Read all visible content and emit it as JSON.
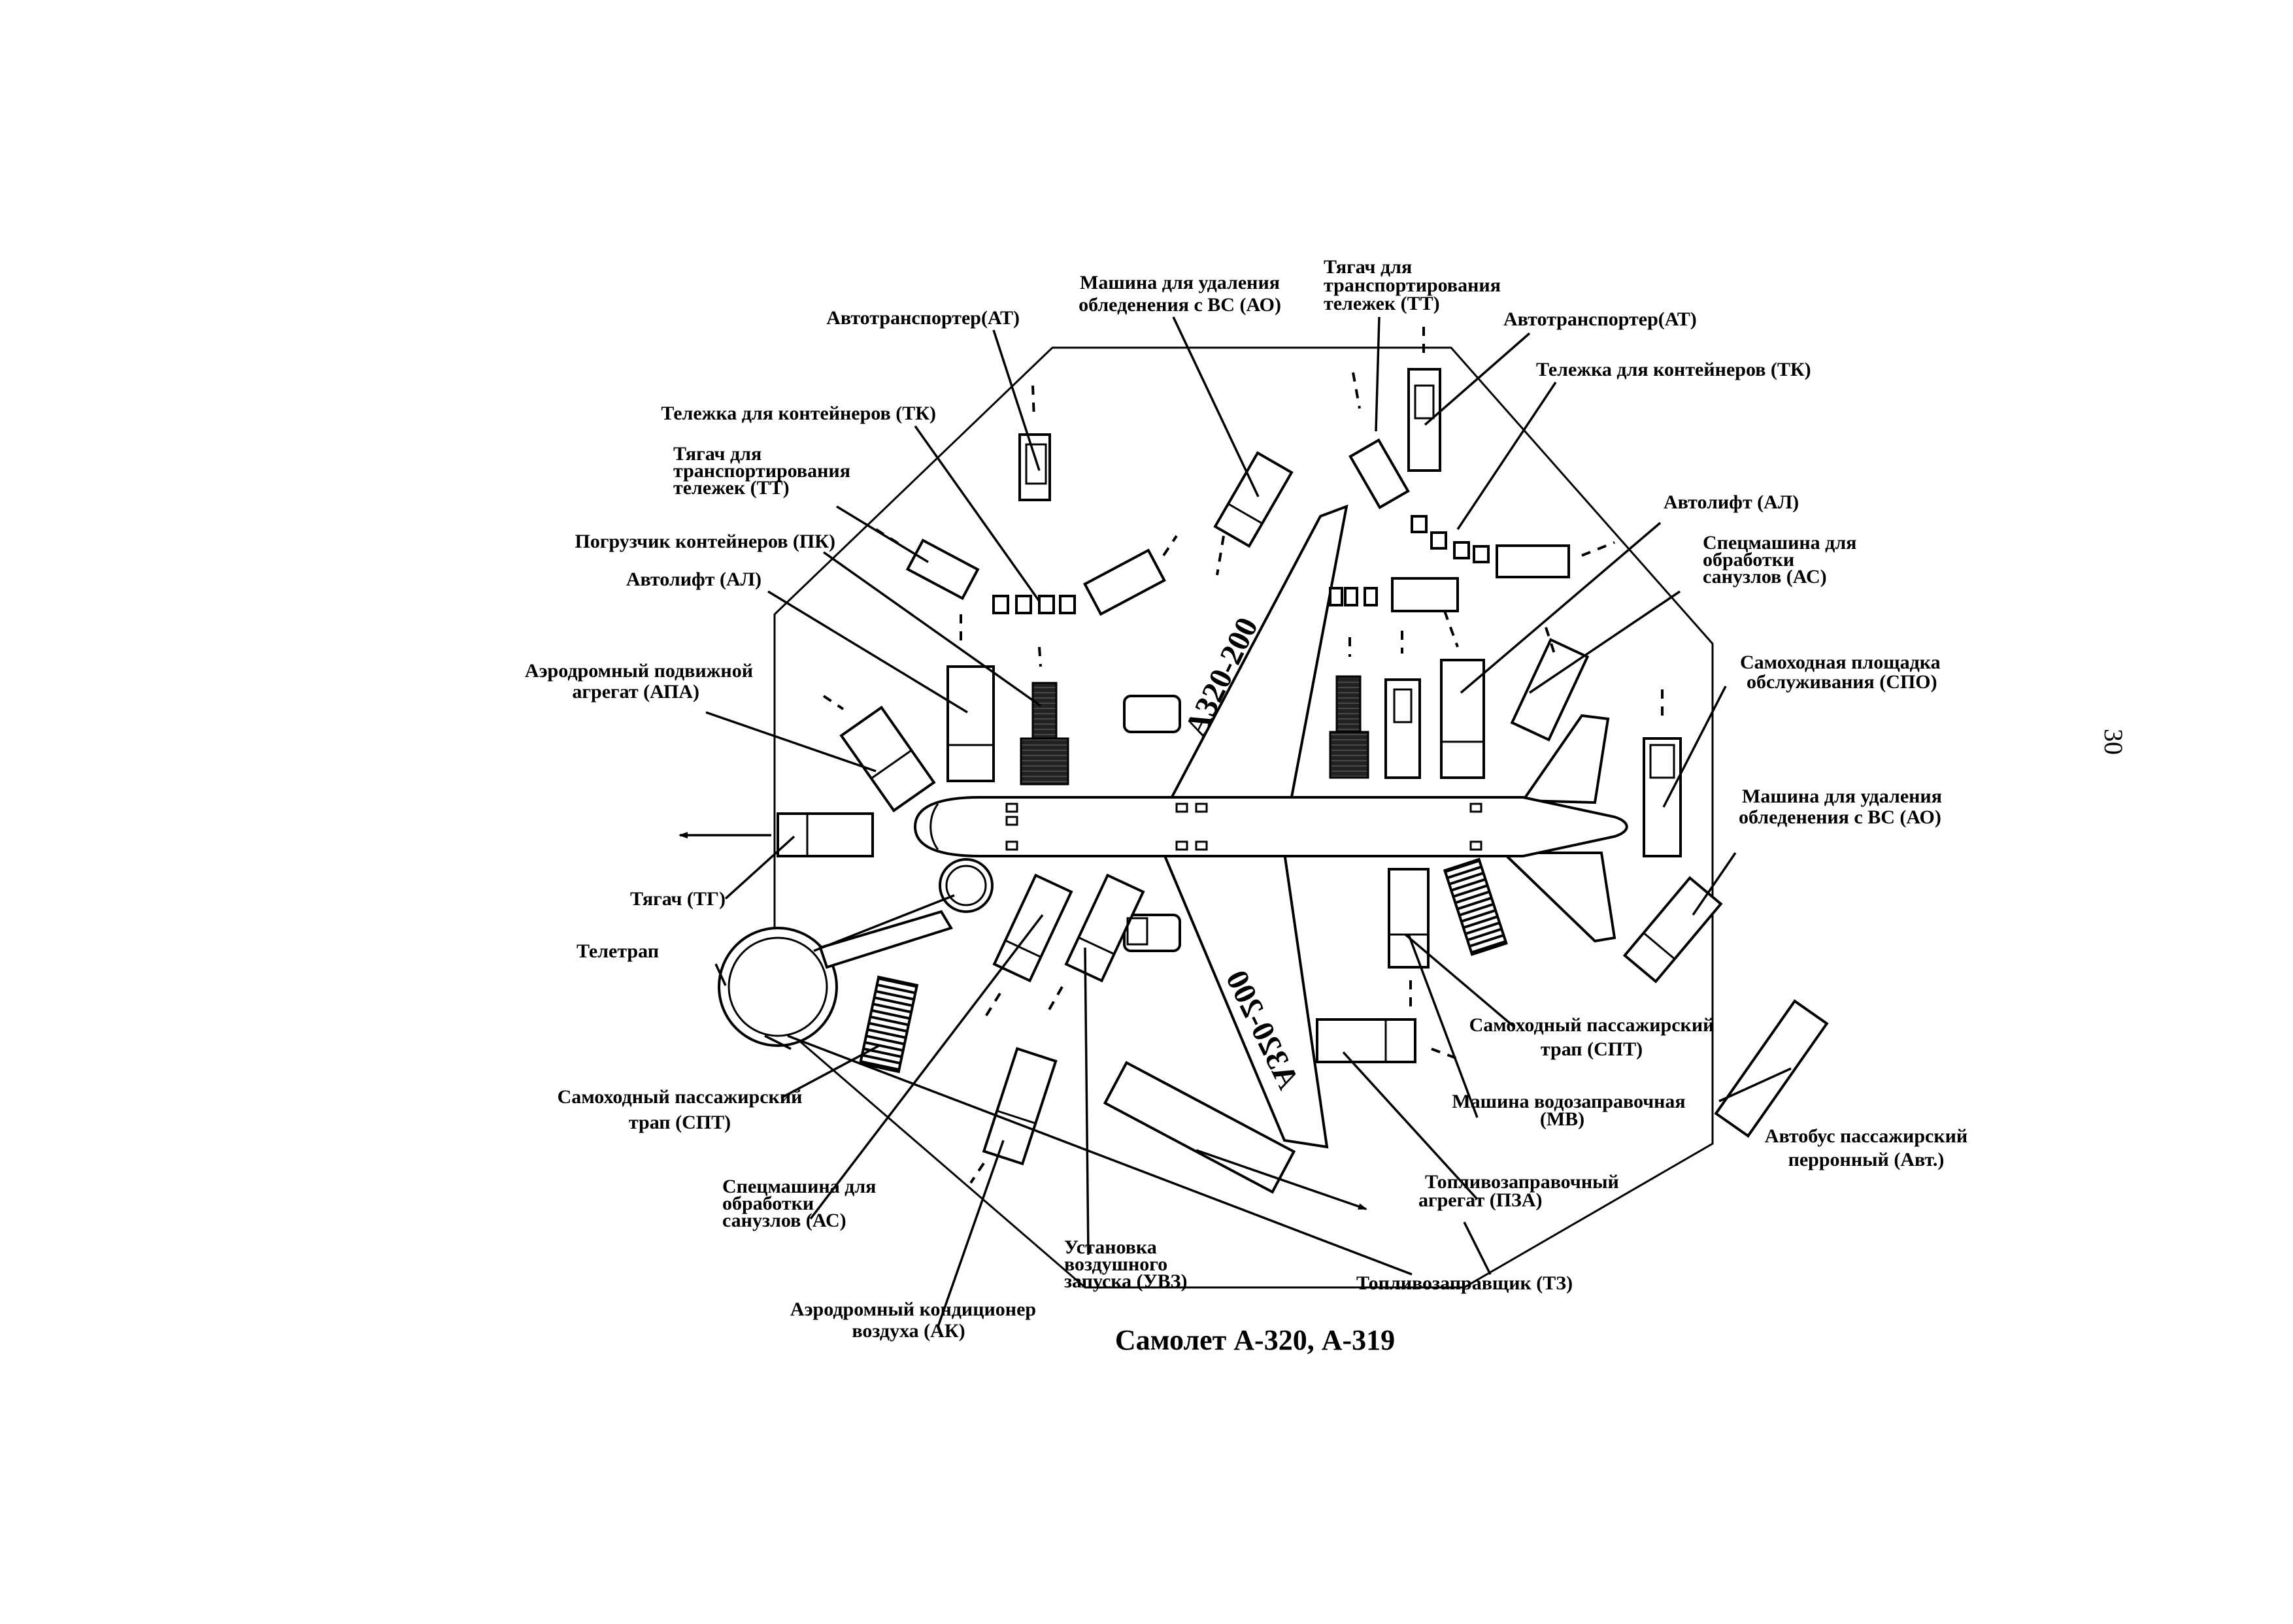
{
  "page_number": "30",
  "caption": "Самолет А-320, А-319",
  "aircraft_marking": "A320-200",
  "labels": {
    "ao_top": [
      "Машина для удаления",
      "обледенения с ВС (АО)"
    ],
    "tt_top": [
      "Тягач для",
      "транспортирования",
      "тележек (ТТ)"
    ],
    "at_left": "Автотранспортер(АТ)",
    "at_right": "Автотранспортер(АТ)",
    "tk_right": "Тележка для контейнеров (ТК)",
    "tk_left": "Тележка для контейнеров (ТК)",
    "tt_left": [
      "Тягач для",
      "транспортирования",
      "тележек (ТТ)"
    ],
    "al_right": "Автолифт (АЛ)",
    "as_right": [
      "Спецмашина для",
      "обработки",
      "санузлов (АС)"
    ],
    "pk": "Погрузчик контейнеров (ПК)",
    "al_left": "Автолифт (АЛ)",
    "apa": [
      "Аэродромный подвижной",
      "агрегат (АПА)"
    ],
    "spo": [
      "Самоходная площадка",
      "обслуживания (СПО)"
    ],
    "ao_right": [
      "Машина для удаления",
      "обледенения с ВС (АО)"
    ],
    "tg": "Тягач (ТГ)",
    "teletrap": "Телетрап",
    "spt_left": [
      "Самоходный пассажирский",
      "трап (СПТ)"
    ],
    "as_left": [
      "Спецмашина для",
      "обработки",
      "санузлов (АС)"
    ],
    "uvz": [
      "Установка",
      "воздушного",
      "запуска (УВЗ)"
    ],
    "ak": [
      "Аэродромный кондиционер",
      "воздуха (АК)"
    ],
    "spt_right": [
      "Самоходный пассажирский",
      "трап (СПТ)"
    ],
    "mv": [
      "Машина водозаправочная",
      "(МВ)"
    ],
    "bus": [
      "Автобус пассажирский",
      "перронный (Авт.)"
    ],
    "pza": [
      "Топливозаправочный",
      "агрегат (ПЗА)"
    ],
    "tz": "Топливозаправщик (ТЗ)"
  }
}
